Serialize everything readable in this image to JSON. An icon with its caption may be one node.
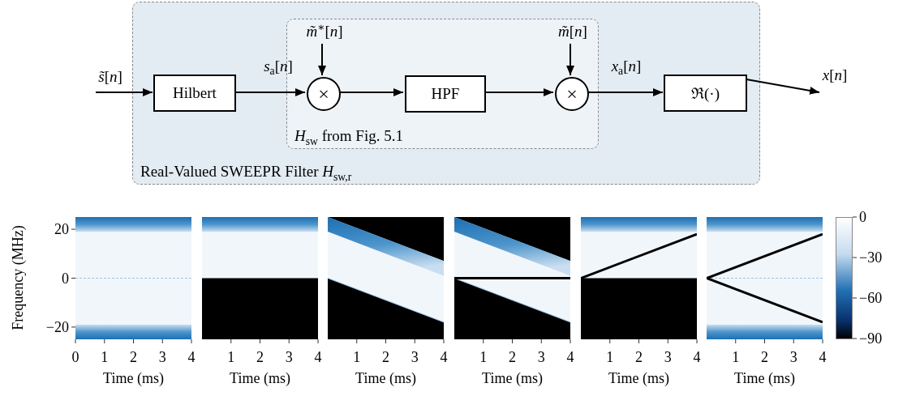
{
  "diagram": {
    "nodes": [
      {
        "text": [
          "Real-Valued SWEEPR Filter *H*$_{sw,r}$"
        ]
      },
      {
        "text": [
          "*H*$_{sw}$ from Fig. 5.1"
        ],
        "in": 0
      },
      {
        "text": [
          "*s̃*[*n*]"
        ]
      },
      {
        "text": [
          "Hilbert"
        ],
        "in": 0
      },
      {
        "text": [
          "×"
        ],
        "in": 1
      },
      {
        "text": [
          "*m̃*$^{∗}$[*n*]"
        ],
        "in": 1
      },
      {
        "text": [
          "HPF"
        ],
        "in": 1
      },
      {
        "text": [
          "×"
        ],
        "in": 1
      },
      {
        "text": [
          "*m̃*[*n*]"
        ],
        "in": 1
      },
      {
        "text": [
          "ℜ(·)"
        ],
        "in": 0
      },
      {
        "text": [
          "*x*[*n*]"
        ]
      }
    ],
    "edges": [
      {
        "from": 2,
        "to": 3,
        "arrow": "to"
      },
      {
        "from": 3,
        "to": 4,
        "arrow": "to",
        "label": "*s*$_{a}$[*n*]"
      },
      {
        "from": 5,
        "to": 4,
        "arrow": "to"
      },
      {
        "from": 4,
        "to": 6,
        "arrow": "to"
      },
      {
        "from": 6,
        "to": 7,
        "arrow": "to"
      },
      {
        "from": 8,
        "to": 7,
        "arrow": "to"
      },
      {
        "from": 7,
        "to": 9,
        "arrow": "to",
        "label": "*x*$_{a}$[*n*]"
      },
      {
        "from": 9,
        "to": 10,
        "arrow": "to"
      }
    ],
    "labels": [
      "Frequency (MHz)",
      "20",
      "0",
      "−20",
      "0",
      "1",
      "2",
      "3",
      "4",
      "Time (ms)",
      "1",
      "2",
      "3",
      "4",
      "Time (ms)",
      "1",
      "2",
      "3",
      "4",
      "Time (ms)",
      "1",
      "2",
      "3",
      "4",
      "Time (ms)",
      "1",
      "2",
      "3",
      "4",
      "Time (ms)",
      "1",
      "2",
      "3",
      "4",
      "Time (ms)",
      "0",
      "−30",
      "−60",
      "−90"
    ]
  }
}
